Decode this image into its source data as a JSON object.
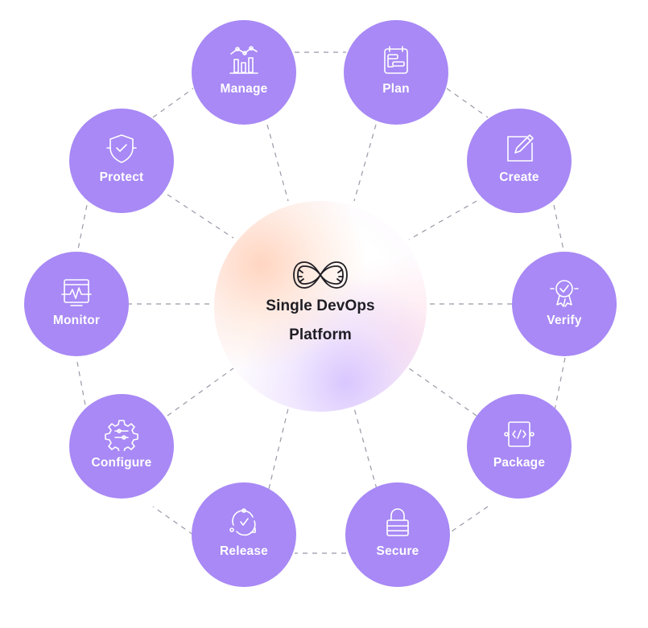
{
  "diagram": {
    "center": {
      "line1": "Single DevOps",
      "line2": "Platform",
      "icon": "infinity-loop-icon"
    },
    "colors": {
      "node": "#a889f5",
      "text": "#1f1d24",
      "line": "#9a98a6"
    },
    "stages": [
      {
        "id": "manage",
        "label": "Manage",
        "icon": "analytics-chart-icon"
      },
      {
        "id": "plan",
        "label": "Plan",
        "icon": "board-icon"
      },
      {
        "id": "create",
        "label": "Create",
        "icon": "edit-pencil-icon"
      },
      {
        "id": "verify",
        "label": "Verify",
        "icon": "badge-check-icon"
      },
      {
        "id": "package",
        "label": "Package",
        "icon": "code-box-icon"
      },
      {
        "id": "secure",
        "label": "Secure",
        "icon": "lock-icon"
      },
      {
        "id": "release",
        "label": "Release",
        "icon": "cycle-check-icon"
      },
      {
        "id": "configure",
        "label": "Configure",
        "icon": "gear-sliders-icon"
      },
      {
        "id": "monitor",
        "label": "Monitor",
        "icon": "heartbeat-monitor-icon"
      },
      {
        "id": "protect",
        "label": "Protect",
        "icon": "shield-check-icon"
      }
    ]
  }
}
